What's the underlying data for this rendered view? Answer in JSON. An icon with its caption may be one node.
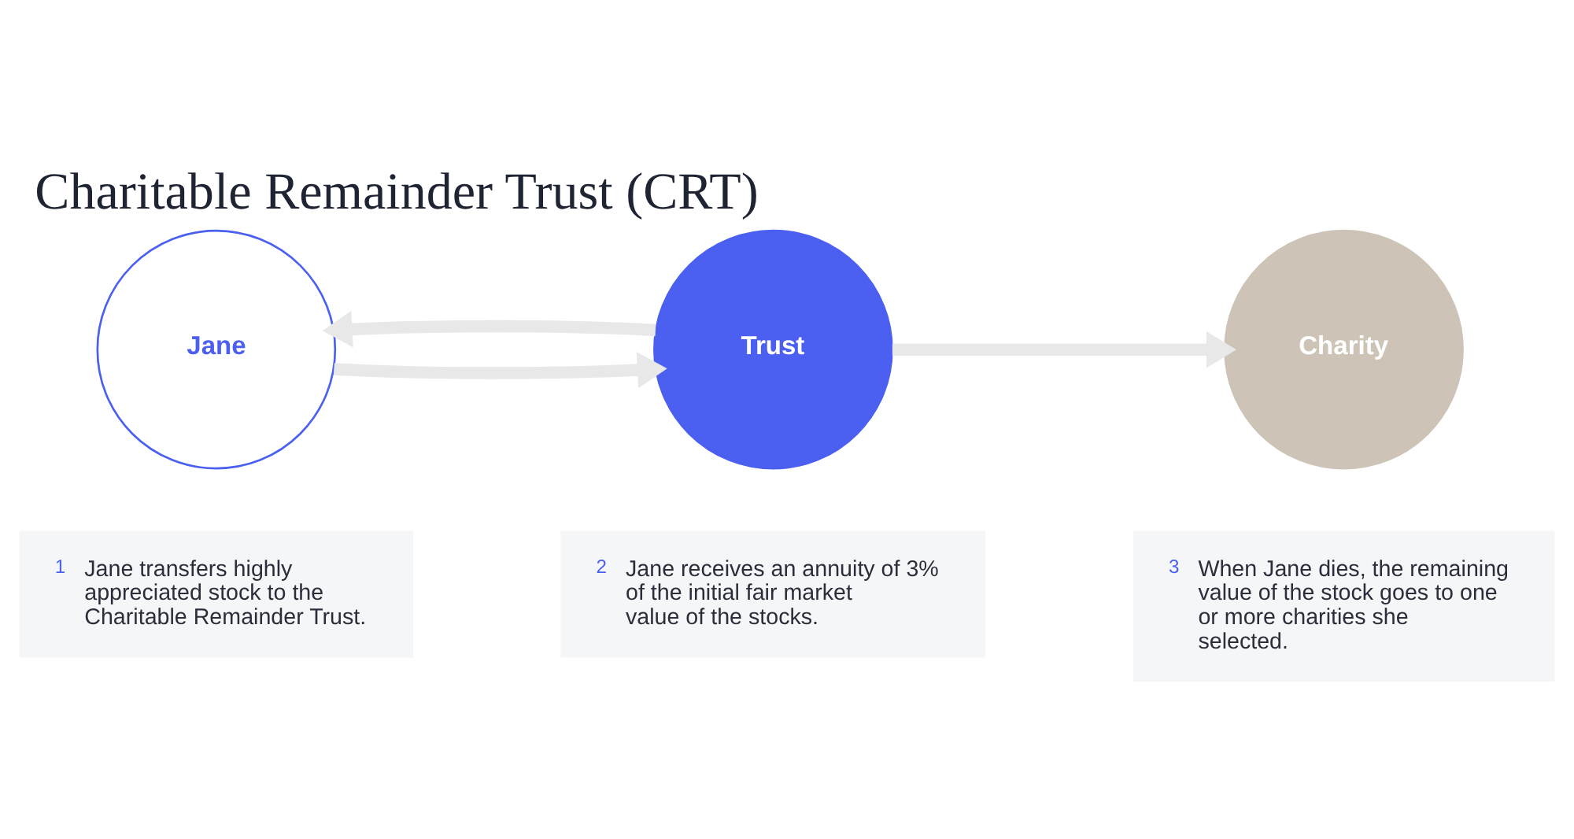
{
  "diagram": {
    "title": "Charitable Remainder Trust (CRT)",
    "nodes": [
      {
        "text": [
          "Jane"
        ]
      },
      {
        "text": [
          "Trust"
        ]
      },
      {
        "text": [
          "Charity"
        ]
      },
      {
        "text": [
          "1",
          "Jane transfers highly appreciated stock to the Charitable Remainder Trust."
        ]
      },
      {
        "text": [
          "2",
          "Jane receives an annuity of 3% of the initial fair market value of the stocks."
        ]
      },
      {
        "text": [
          "3",
          "When Jane dies, the remaining value of the stock goes to one or more charities she selected."
        ]
      }
    ],
    "edges": [
      {
        "from": 0,
        "to": 1,
        "arrow": "to"
      },
      {
        "from": 1,
        "to": 0,
        "arrow": "to"
      },
      {
        "from": 1,
        "to": 2,
        "arrow": "to"
      }
    ]
  }
}
